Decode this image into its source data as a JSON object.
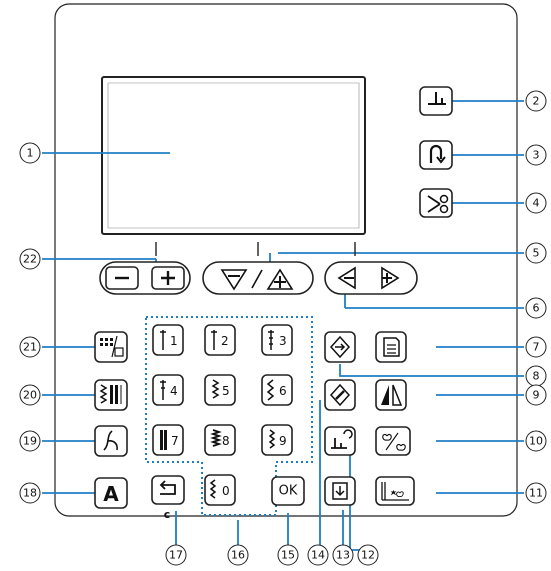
{
  "callouts": [
    "1",
    "2",
    "3",
    "4",
    "5",
    "6",
    "7",
    "8",
    "9",
    "10",
    "11",
    "12",
    "13",
    "14",
    "15",
    "16",
    "17",
    "18",
    "19",
    "20",
    "21",
    "22"
  ],
  "keypad_digits": [
    "1",
    "2",
    "3",
    "4",
    "5",
    "6",
    "7",
    "8",
    "9",
    "0"
  ],
  "ok_label": "OK",
  "font_button_label": "A",
  "back_button_sublabel": "c",
  "colors": {
    "leader": "#1f7fc4",
    "dotted_group": "#1f7fc4",
    "outline": "#222222"
  },
  "icons": {
    "b2": "presser-foot-lifter-icon",
    "b3": "reverse-stitch-icon",
    "b4": "thread-cutter-icon",
    "b5a": "width-decrease-icon",
    "b5b": "width-increase-icon",
    "b6a": "length-decrease-icon",
    "b6b": "length-increase-icon",
    "b7": "memory-list-icon",
    "b8": "set-icon",
    "b9": "mirror-image-icon",
    "b10": "character-pattern-icon",
    "b11": "pattern-elongation-icon",
    "b12": "needle-stop-position-icon",
    "b13": "memory-save-icon",
    "b14": "clear-icon",
    "b17": "back-icon",
    "b19": "utility-stitch-icon",
    "b20": "pattern-type-icon",
    "b21": "pattern-number-toggle-icon",
    "b22a": "minus-icon",
    "b22b": "plus-icon"
  }
}
